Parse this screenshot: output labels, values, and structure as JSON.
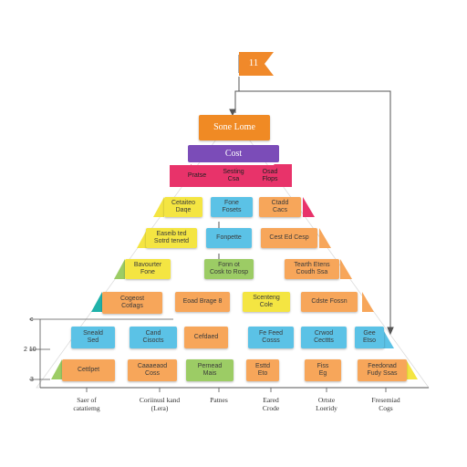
{
  "flag": {
    "label": "11",
    "color": "#f0892a"
  },
  "top_box": {
    "label": "Sone Lome",
    "color": "#f08a24",
    "text_color": "#ffffff"
  },
  "header_bar": {
    "label": "Cost",
    "color": "#7b4cb8",
    "text_color": "#ffffff"
  },
  "row_pink": {
    "color": "#e8336a",
    "items": [
      "Pratse",
      "Sesting\nCsa",
      "Osad\nFlops"
    ]
  },
  "rows": [
    [
      {
        "label": "Cetaiteo\nDaqe",
        "color": "#f4e542"
      },
      {
        "label": "Fone\nFosets",
        "color": "#5bc2e6"
      },
      {
        "label": "Ctadd\nCacs",
        "color": "#f7a65a"
      }
    ],
    [
      {
        "label": "Easeib ted\nSotrd tenetd",
        "color": "#f4e542"
      },
      {
        "label": "Fonpette",
        "color": "#5bc2e6"
      },
      {
        "label": "Cest Ed Cesp",
        "color": "#f7a65a"
      }
    ],
    [
      {
        "label": "Bavourter\nFone",
        "color": "#f4e542"
      },
      {
        "label": "Fonn ot\nCosk to Rosp",
        "color": "#9ccc65"
      },
      {
        "label": "Tearth Etens\nCoudh Ssa",
        "color": "#f7a65a"
      }
    ],
    [
      {
        "label": "Cogeost\nCotlags",
        "color": "#f7a65a"
      },
      {
        "label": "Eoad Brage 8",
        "color": "#f7a65a"
      },
      {
        "label": "Scenteng\nCole",
        "color": "#f4e542"
      },
      {
        "label": "Cdste Fossn",
        "color": "#f7a65a"
      }
    ],
    [
      {
        "label": "Sneald\nSed",
        "color": "#5bc2e6"
      },
      {
        "label": "Cand\nCisocts",
        "color": "#5bc2e6"
      },
      {
        "label": "Cefdaed",
        "color": "#f7a65a"
      },
      {
        "label": "Fe Feed\nCosss",
        "color": "#5bc2e6"
      },
      {
        "label": "Crwod\nCecttts",
        "color": "#5bc2e6"
      },
      {
        "label": "Gee\nEtso",
        "color": "#5bc2e6"
      }
    ],
    [
      {
        "label": "Cettlpet",
        "color": "#f7a65a"
      },
      {
        "label": "Caaaeaod\nCoss",
        "color": "#f7a65a"
      },
      {
        "label": "Pernead\nMais",
        "color": "#9ccc65"
      },
      {
        "label": "Esttd\nEto",
        "color": "#f7a65a"
      },
      {
        "label": "Fiss\nEg",
        "color": "#f7a65a"
      },
      {
        "label": "Feedonad\nFudy Ssas",
        "color": "#f7a65a"
      }
    ]
  ],
  "triangle_colors": {
    "yellow": "#f4e542",
    "orange": "#f7a65a",
    "red": "#e8336a",
    "blue": "#5bc2e6",
    "green": "#9ccc65",
    "teal": "#20b2aa"
  },
  "y_axis_labels": [
    "c",
    "2 10",
    "3"
  ],
  "x_axis_labels": [
    "Saer of\ncatatiemg",
    "Coriinusl kand\n(Lera)",
    "Patnes",
    "Eared\nCrode",
    "Ortste\nLoeridy",
    "Fresemiad\nCogs"
  ]
}
